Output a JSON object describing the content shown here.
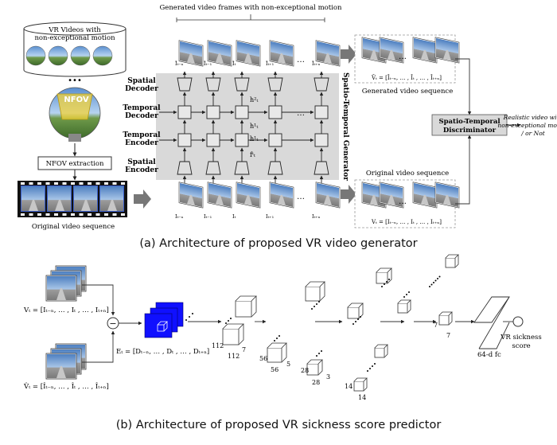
{
  "top": {
    "db_label_line1": "VR Videos with",
    "db_label_line2": "non-exceptional motion",
    "dots": "•••",
    "nfov_badge": "NFOV",
    "extraction_label": "NFOV extraction",
    "original_seq_left": "Original video sequence",
    "generated_frames_label": "Generated video frames with non-exceptional motion",
    "generator_label": "Spatio-Temporal Generator",
    "row_labels": [
      "Spatial Decoder",
      "Temporal Decoder",
      "Temporal Encoder",
      "Spatial Encoder"
    ],
    "hidden_labels": [
      "h²ₜ",
      "h¹ₜ",
      "h¹ₜ",
      "fᵗₜ"
    ],
    "input_frame_labels": [
      "Iₜ₋ₙ",
      "Iₜ₋₁",
      "Iₜ",
      "Iₜ₊₁",
      "Iₜ₊ₙ"
    ],
    "output_frame_labels": [
      "Îₜ₋ₙ",
      "Îₜ₋₁",
      "Îₜ",
      "Îₜ₊₁",
      "Îₜ₊ₙ"
    ],
    "ellipsis": "…",
    "generated_seq_label": "Generated video sequence",
    "generated_formula": "V̂ₜ = [Îₜ₋ₙ, … , Îₜ , … , Îₜ₊ₙ]",
    "original_seq_right": "Original video sequence",
    "original_formula": "Vₜ = [Iₜ₋ₙ, … , Iₜ , … , Iₜ₊ₙ]",
    "discriminator_line1": "Spatio-Temporal",
    "discriminator_line2": "Discriminator",
    "output_line1": "Realistic video with",
    "output_line2": "non-exceptional motion",
    "output_line3": "/ or Not"
  },
  "caption_a": "(a) Architecture of proposed VR video generator",
  "bottom": {
    "v_formula": "Vₜ = [Iₜ₋ₙ, … , Iₜ , … , Iₜ₊ₙ]",
    "vhat_formula": "V̂ₜ = [Îₜ₋ₙ, … , Îₜ , … , Îₜ₊ₙ]",
    "e_formula": "Eₜ = [Dₜ₋ₙ, … , Dₜ , … , Dₜ₊ₙ]",
    "minus_sign": "−",
    "dims": [
      "112",
      "112",
      "7",
      "56",
      "56",
      "5",
      "28",
      "28",
      "3",
      "14",
      "14",
      "7",
      "7"
    ],
    "fc_label": "64-d fc",
    "score_line1": "VR sickness",
    "score_line2": "score"
  },
  "caption_b": "(b) Architecture of proposed VR sickness score predictor",
  "colors": {
    "generator_bg": "#d9d9d9",
    "sky": "#7fa7d6",
    "road": "#9a9a9a",
    "grass": "#6f9a4a",
    "film": "#111111",
    "film_frame": "#3b5ec9",
    "nfov": "#f2d23a",
    "diff_blue": "#1010ff",
    "arrow_gray": "#777777",
    "border": "#333333"
  }
}
